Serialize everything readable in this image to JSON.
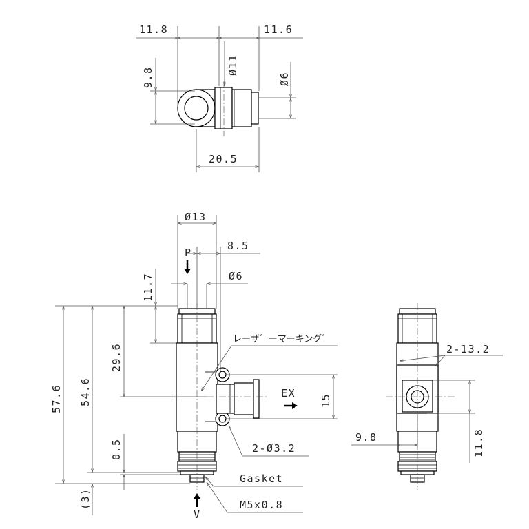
{
  "top_view": {
    "dim_left_width": "11.8",
    "dim_right_width": "11.6",
    "dim_body_dia": "Ø11",
    "dim_tube_dia": "Ø6",
    "dim_height": "9.8",
    "dim_length": "20.5"
  },
  "front_view": {
    "dim_body_dia": "Ø13",
    "dim_offset": "8.5",
    "dim_tube_dia": "Ø6",
    "dim_top": "11.7",
    "dim_upper": "29.6",
    "dim_overall": "57.6",
    "dim_body_len": "54.6",
    "dim_gasket": "0.5",
    "dim_thread": "(3)",
    "dim_ex_pitch": "15",
    "port_p": "P",
    "port_ex": "EX",
    "port_v": "V",
    "label_laser": "レーザ゛ーマーキング゛",
    "label_holes": "2-Ø3.2",
    "label_gasket": "Gasket",
    "label_thread": "M5x0.8"
  },
  "side_view": {
    "dim_slot": "2-13.2",
    "dim_width": "9.8",
    "dim_height": "11.8"
  }
}
